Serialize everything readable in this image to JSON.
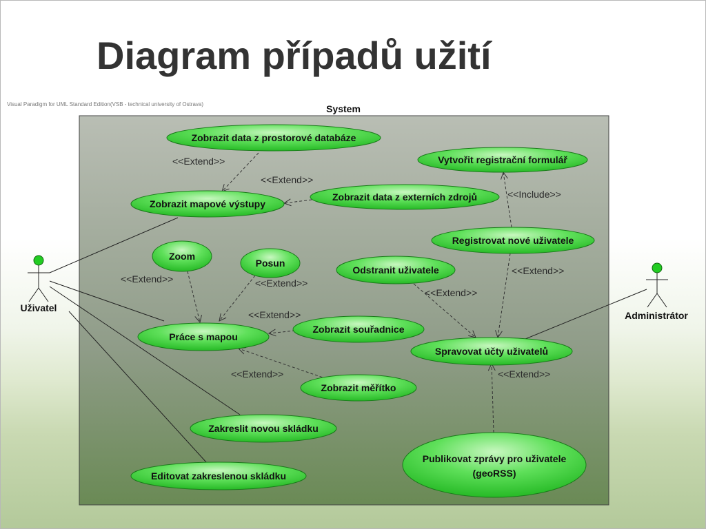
{
  "title": "Diagram případů užití",
  "watermark": "Visual Paradigm for UML Standard Edition(VSB - technical university of Ostrava)",
  "system_label": "System",
  "actors": {
    "user": "Uživatel",
    "admin": "Administrátor"
  },
  "use_cases": {
    "zobrazit_data_db": "Zobrazit data z prostorové databáze",
    "zobrazit_mapove": "Zobrazit mapové výstupy",
    "zobrazit_externi": "Zobrazit data z externích zdrojů",
    "vytvorit_formular": "Vytvořit registrační formulář",
    "registrovat": "Registrovat nové uživatele",
    "zoom": "Zoom",
    "posun": "Posun",
    "odstranit": "Odstranit uživatele",
    "prace_s_mapou": "Práce s mapou",
    "souradnice": "Zobrazit souřadnice",
    "spravovat": "Spravovat účty uživatelů",
    "meritko": "Zobrazit měřítko",
    "zakreslit": "Zakreslit novou skládku",
    "publikovat_1": "Publikovat zprávy pro uživatele",
    "publikovat_2": "(geoRSS)",
    "editovat": "Editovat zakreslenou skládku"
  },
  "relations": {
    "extend": "<<Extend>>",
    "include": "<<Include>>"
  },
  "colors": {
    "system_fill": "#9aa695",
    "use_case_fill": "#3cd23c",
    "actor_head": "#22cc22",
    "title": "#333333"
  }
}
